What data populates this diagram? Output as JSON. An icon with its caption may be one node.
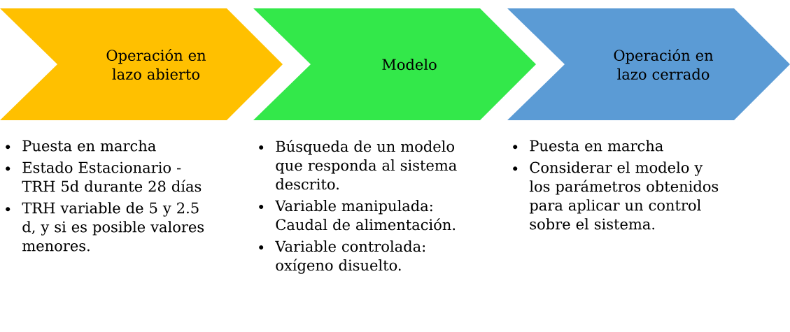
{
  "diagram": {
    "nodes": [
      {
        "text": [
          "Operación en lazo abierto"
        ],
        "beside": [
          "Puesta en marcha",
          "Estado Estacionario - TRH 5d durante 28 días",
          "TRH variable de 5 y 2.5 d, y si es posible valores menores."
        ]
      },
      {
        "text": [
          "Modelo"
        ],
        "beside": [
          "Búsqueda de un modelo que responda al sistema descrito.",
          "Variable manipulada: Caudal de alimentación.",
          "Variable controlada: oxígeno disuelto."
        ]
      },
      {
        "text": [
          "Operación en lazo cerrado"
        ],
        "beside": [
          "Puesta en marcha",
          "Considerar el modelo y los parámetros obtenidos para aplicar un control sobre el sistema."
        ]
      }
    ]
  }
}
